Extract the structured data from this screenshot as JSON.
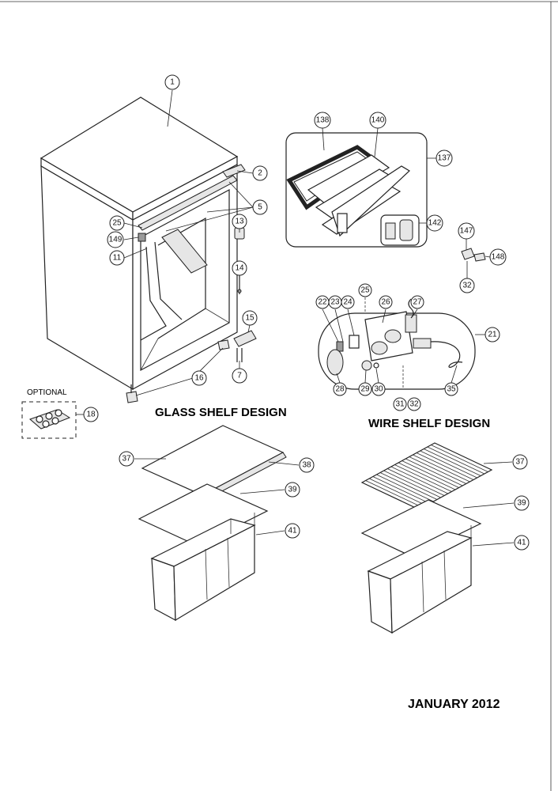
{
  "labels": {
    "optional": "OPTIONAL",
    "glass_heading": "GLASS SHELF DESIGN",
    "wire_heading": "WIRE SHELF DESIGN",
    "date": "JANUARY 2012"
  },
  "callouts": {
    "cabinet_top": "1",
    "hinge_top": "2",
    "hinge_screws": "5",
    "cap_13": "13",
    "rod_14": "14",
    "bracket_15": "15",
    "leg_16": "16",
    "screw_7": "7",
    "part_25_cabinet": "25",
    "part_149": "149",
    "part_11": "11",
    "egg_tray": "18",
    "door_assembly": "137",
    "door_gasket": "138",
    "door_panel": "140",
    "door_handle": "142",
    "part_147": "147",
    "part_148": "148",
    "part_32_top": "32",
    "control_box": "21",
    "part_22": "22",
    "part_23": "23",
    "part_24": "24",
    "part_25_control": "25",
    "part_26": "26",
    "part_27": "27",
    "part_28": "28",
    "part_29": "29",
    "part_30": "30",
    "part_31": "31",
    "part_32_bottom": "32",
    "part_35": "35",
    "glass_shelf": "37",
    "glass_trim": "38",
    "glass_cover": "39",
    "glass_crisper": "41",
    "wire_shelf": "37",
    "wire_cover": "39",
    "wire_crisper": "41"
  }
}
